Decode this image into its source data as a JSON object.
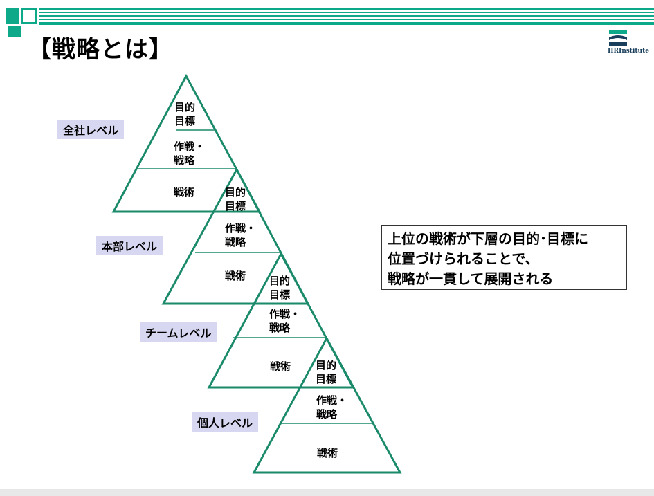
{
  "slide": {
    "title": "【戦略とは】",
    "logo": {
      "text": "HRInstitute",
      "icon": "hr-institute-logo-icon"
    },
    "colors": {
      "accent": "#0ea989",
      "pyramid_stroke": "#1a8a6a",
      "label_bg": "#d7d7f1"
    }
  },
  "levels": [
    {
      "label": "全社レベル",
      "objective": "目的\n目標",
      "strategy": "作戦・\n戦略",
      "tactics": "戦術"
    },
    {
      "label": "本部レベル",
      "objective": "目的\n目標",
      "strategy": "作戦・\n戦略",
      "tactics": "戦術"
    },
    {
      "label": "チームレベル",
      "objective": "目的\n目標",
      "strategy": "作戦・\n戦略",
      "tactics": "戦術"
    },
    {
      "label": "個人レベル",
      "objective": "目的\n目標",
      "strategy": "作戦・\n戦略",
      "tactics": "戦術"
    }
  ],
  "callout": {
    "lines": [
      "上位の戦術が下層の目的･目標に",
      "位置づけられることで、",
      "戦略が一貫して展開される"
    ]
  }
}
